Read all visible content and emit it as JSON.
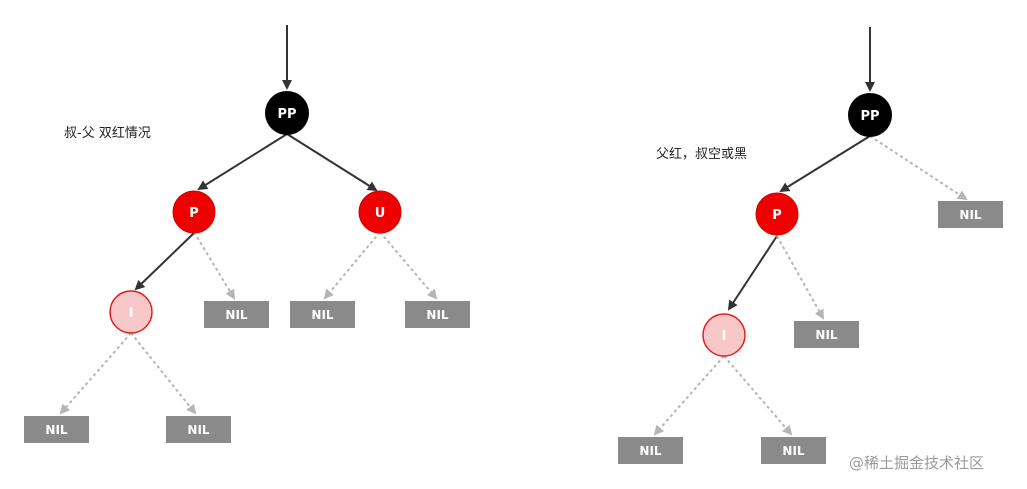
{
  "colors": {
    "black_node": "#000000",
    "red_node": "#ee0000",
    "red_node_stroke": "#d40000",
    "pink_node": "#f8c8c8",
    "pink_node_stroke": "#e02020",
    "nil_box": "#8a8a8a",
    "solid_edge": "#333333",
    "dashed_edge": "#b5b5b5"
  },
  "left": {
    "caption": "叔-父 双红情况",
    "nodes": {
      "pp": "PP",
      "p": "P",
      "u": "U",
      "i": "I"
    },
    "nil": "NIL"
  },
  "right": {
    "caption": "父红，叔空或黑",
    "nodes": {
      "pp": "PP",
      "p": "P",
      "i": "I"
    },
    "nil": "NIL"
  },
  "watermark": "@稀土掘金技术社区"
}
